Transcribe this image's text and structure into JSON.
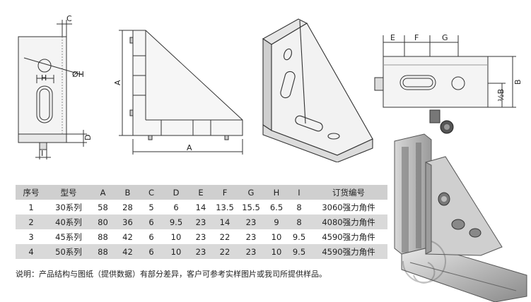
{
  "drawing_labels": {
    "front": {
      "c": "C",
      "h": "H",
      "phi_h": "ØH",
      "d": "D",
      "i": "I"
    },
    "side": {
      "a_vertical": "A",
      "a_horizontal": "A"
    },
    "top": {
      "e": "E",
      "f": "F",
      "g": "G",
      "b": "B",
      "half_b": "½B"
    }
  },
  "table": {
    "headers": [
      "序号",
      "型号",
      "A",
      "B",
      "C",
      "D",
      "E",
      "F",
      "G",
      "H",
      "I",
      "订货编号"
    ],
    "rows": [
      [
        "1",
        "30系列",
        "58",
        "28",
        "5",
        "6",
        "14",
        "13.5",
        "15.5",
        "6.5",
        "8",
        "3060强力角件"
      ],
      [
        "2",
        "40系列",
        "80",
        "36",
        "6",
        "9.5",
        "23",
        "14",
        "23",
        "9",
        "8",
        "4080强力角件"
      ],
      [
        "3",
        "45系列",
        "88",
        "42",
        "6",
        "10",
        "23",
        "22",
        "23",
        "10",
        "9.5",
        "4590强力角件"
      ],
      [
        "4",
        "50系列",
        "88",
        "42",
        "6",
        "10",
        "23",
        "22",
        "23",
        "10",
        "9.5",
        "4590强力角件"
      ]
    ]
  },
  "note": "说明：产品结构与图纸（提供数据）有部分差异，客户可参考实样图片或我司所提供样品。"
}
